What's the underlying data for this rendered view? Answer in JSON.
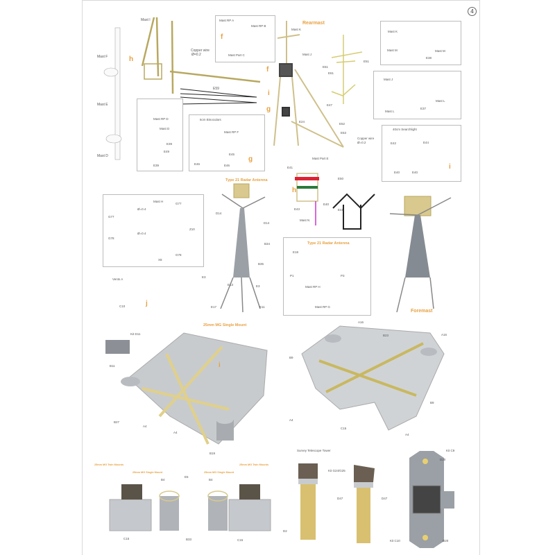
{
  "step_number": "4",
  "sections": {
    "rearmast": "Rearmast",
    "foremast": "Foremast",
    "radar_title_1": "Type 21 Radar Antenna",
    "radar_title_2": "Type 21 Radar Antenna",
    "mg_single_title": "25mm MG Single Mount"
  },
  "step_letters": {
    "h1": "h",
    "f1": "f",
    "g1": "g",
    "f2": "f",
    "i1": "i",
    "g2": "g",
    "i2": "i",
    "h2": "h",
    "j": "j",
    "i3": "i"
  },
  "mast_top": [
    "Mast I",
    "Mast F",
    "Copper wire",
    "Ø=0.2",
    "E59",
    "Mast E",
    "Mast D"
  ],
  "inset_rp": [
    "Mast RP A",
    "Mast RP B",
    "Mast Part C"
  ],
  "inset_d": [
    "Mast RP D",
    "Mast D",
    "E39",
    "E49",
    "E39"
  ],
  "inset_bino": [
    "6cm Binoculars",
    "Mast RP F",
    "E45",
    "E46",
    "E46"
  ],
  "rearmast_labels": [
    "Mast K",
    "Mast J",
    "E24",
    "E52",
    "E53",
    "Copper wire",
    "Ø=0.2",
    "E51",
    "E51",
    "E61",
    "E47"
  ],
  "inset_km": [
    "Mast K",
    "Mast M",
    "Mast M",
    "E38"
  ],
  "inset_jl": [
    "Mast J",
    "Mast L",
    "Mast L",
    "E37"
  ],
  "inset_search": [
    "40cm Searchlight",
    "E42",
    "E44",
    "E40",
    "E40"
  ],
  "mast_e": [
    "Mast Part E",
    "E41",
    "E50",
    "E40",
    "E43",
    "Mast N",
    "E41"
  ],
  "radar_mast": [
    "D14",
    "D14",
    "B34",
    "B35",
    "E3",
    "E13",
    "E3",
    "E17",
    "E11"
  ],
  "inset_g": [
    "G77",
    "Ø=0.4",
    "Mast H",
    "G77",
    "Z10",
    "G78",
    "Ø=0.4",
    "G78",
    "X8"
  ],
  "vents": [
    "Vents A",
    "C10"
  ],
  "inset_radar": [
    "E18",
    "P1",
    "P3",
    "Mast RP H",
    "Mast RP G"
  ],
  "platform_left": [
    "Kit D11",
    "B11",
    "B27",
    "A4",
    "A4",
    "B19"
  ],
  "platform_right": [
    "A16",
    "B23",
    "A16",
    "B9",
    "B9",
    "A4",
    "C15",
    "A4"
  ],
  "mounts": [
    "25mm MG Twin Mounts",
    "25mm MG Single Mount",
    "B4",
    "E5",
    "B4",
    "25mm MG Single Mount",
    "25mm MG Twin Mounts",
    "C15",
    "B33",
    "C15"
  ],
  "tower": [
    "Survey Telescope Tower",
    "Kit G24/G25",
    "D47",
    "D47",
    "D2"
  ],
  "top_view": [
    "D20",
    "Kit C9",
    "Kit C10",
    "D20"
  ],
  "colors": {
    "accent": "#e8a040",
    "brass": "#d9c98e",
    "grey": "#b8bcc0",
    "leader": "#7fb8d0",
    "pointer": "#2aa0d8"
  }
}
